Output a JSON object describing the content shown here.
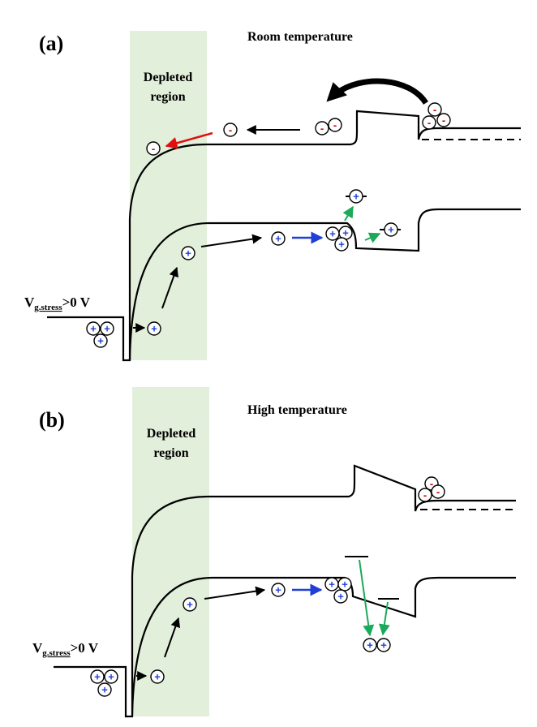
{
  "panels": [
    {
      "label": "(a)",
      "title": "Room temperature",
      "region_label_1": "Depleted",
      "region_label_2": "region",
      "bias_V": "V",
      "bias_sub": "g.stress",
      "bias_rest": ">0 V"
    },
    {
      "label": "(b)",
      "title": "High temperature",
      "region_label_1": "Depleted",
      "region_label_2": "region",
      "bias_V": "V",
      "bias_sub": "g.stress",
      "bias_rest": ">0 V"
    }
  ],
  "carriers": {
    "hole_symbol": "+",
    "electron_symbol": "-"
  },
  "colors": {
    "depleted_region": "#e2efda",
    "hole": "#1f3fd6",
    "electron": "#c00000",
    "arrow_black": "#000000",
    "arrow_red": "#e01010",
    "arrow_blue": "#1f3fd6",
    "arrow_green": "#1aaa5a"
  }
}
